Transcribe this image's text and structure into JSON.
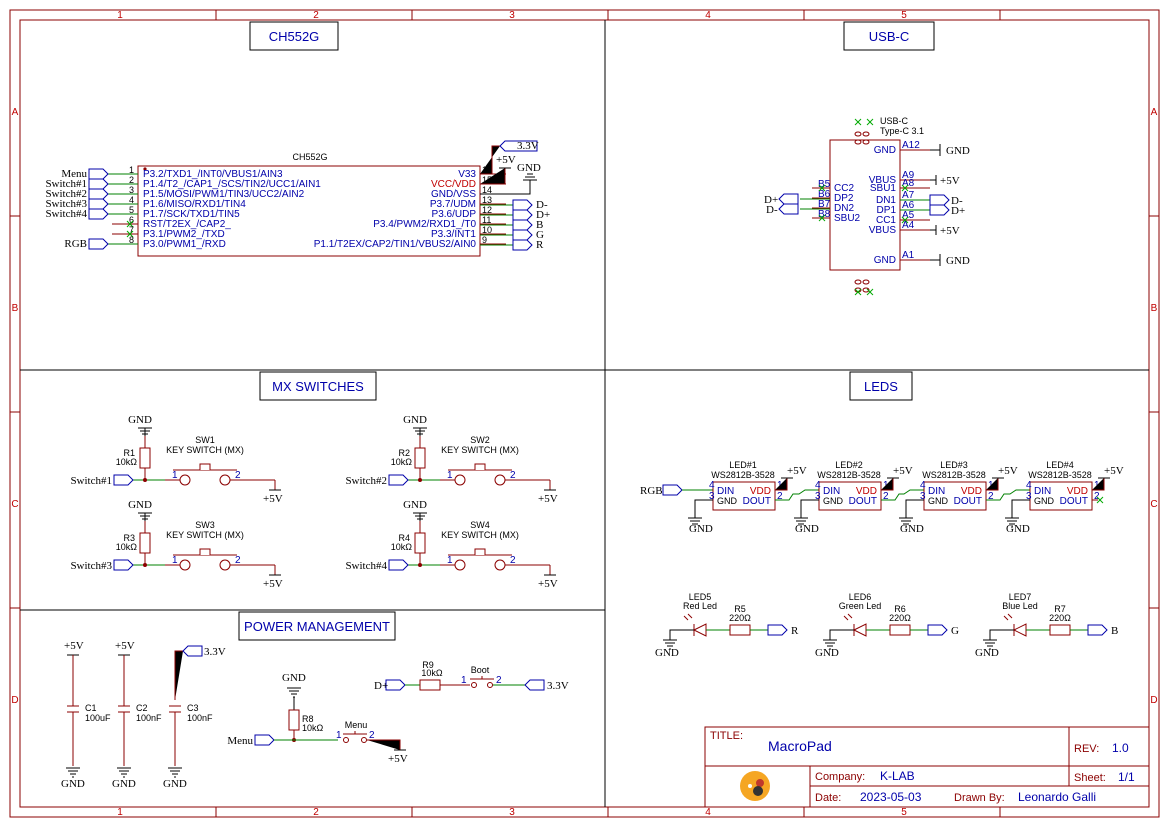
{
  "border": {
    "cols": [
      "1",
      "2",
      "3",
      "4",
      "5"
    ],
    "rows": [
      "A",
      "B",
      "C",
      "D"
    ]
  },
  "sections": {
    "ch552g": "CH552G",
    "usbc": "USB-C",
    "mx": "MX SWITCHES",
    "leds": "LEDS",
    "power": "POWER MANAGEMENT"
  },
  "mcu": {
    "name": "CH552G",
    "left_pins": [
      {
        "num": "1",
        "name": "P3.2/TXD1_/INT0/VBUS1/AIN3",
        "net": "Menu"
      },
      {
        "num": "2",
        "name": "P1.4/T2_/CAP1_/SCS/TIN2/UCC1/AIN1",
        "net": "Switch#1"
      },
      {
        "num": "3",
        "name": "P1.5/MOSI/PWM1/TIN3/UCC2/AIN2",
        "net": "Switch#2"
      },
      {
        "num": "4",
        "name": "P1.6/MISO/RXD1/TIN4",
        "net": "Switch#3"
      },
      {
        "num": "5",
        "name": "P1.7/SCK/TXD1/TIN5",
        "net": "Switch#4"
      },
      {
        "num": "6",
        "name": "RST/T2EX_/CAP2_",
        "net": ""
      },
      {
        "num": "7",
        "name": "P3.1/PWM2_/TXD",
        "net": ""
      },
      {
        "num": "8",
        "name": "P3.0/PWM1_/RXD",
        "net": "RGB"
      }
    ],
    "right_pins": [
      {
        "num": "16",
        "name": "V33"
      },
      {
        "num": "15",
        "name": "VCC/VDD"
      },
      {
        "num": "14",
        "name": "GND/VSS"
      },
      {
        "num": "13",
        "name": "P3.7/UDM",
        "net": "D-"
      },
      {
        "num": "12",
        "name": "P3.6/UDP",
        "net": "D+"
      },
      {
        "num": "11",
        "name": "P3.4/PWM2/RXD1_/T0",
        "net": "B"
      },
      {
        "num": "10",
        "name": "P3.3/INT1",
        "net": "G"
      },
      {
        "num": "9",
        "name": "P1.1/T2EX/CAP2/TIN1/VBUS2/AIN0",
        "net": "R"
      }
    ],
    "v33_net": "3.3V",
    "vdd_net": "+5V",
    "gnd_net": "GND"
  },
  "usbc": {
    "ref": "USB-C",
    "value": "Type-C 3.1",
    "pins": [
      {
        "num": "A12",
        "name": "GND",
        "net": "GND"
      },
      {
        "num": "A9",
        "name": "VBUS",
        "net": "+5V"
      },
      {
        "num": "A8",
        "name": "SBU1",
        "net": ""
      },
      {
        "num": "A7",
        "name": "DN1",
        "net": "D-"
      },
      {
        "num": "A6",
        "name": "DP1",
        "net": "D+"
      },
      {
        "num": "A5",
        "name": "CC1",
        "net": ""
      },
      {
        "num": "A4",
        "name": "VBUS",
        "net": "+5V"
      },
      {
        "num": "A1",
        "name": "GND",
        "net": "GND"
      }
    ],
    "left_pins": [
      {
        "num": "B5",
        "name": "CC2"
      },
      {
        "num": "B6",
        "name": "DP2"
      },
      {
        "num": "B7",
        "name": "DN2"
      },
      {
        "num": "B8",
        "name": "SBU2"
      }
    ],
    "left_nets": [
      "D+",
      "D-"
    ]
  },
  "switches": [
    {
      "r": "R1",
      "rval": "10kΩ",
      "sw": "SW1",
      "val": "KEY SWITCH (MX)",
      "net": "Switch#1"
    },
    {
      "r": "R2",
      "rval": "10kΩ",
      "sw": "SW2",
      "val": "KEY SWITCH (MX)",
      "net": "Switch#2"
    },
    {
      "r": "R3",
      "rval": "10kΩ",
      "sw": "SW3",
      "val": "KEY SWITCH (MX)",
      "net": "Switch#3"
    },
    {
      "r": "R4",
      "rval": "10kΩ",
      "sw": "SW4",
      "val": "KEY SWITCH (MX)",
      "net": "Switch#4"
    }
  ],
  "common": {
    "gnd": "GND",
    "p5v": "+5V",
    "p33": "3.3V",
    "pin1": "1",
    "pin2": "2",
    "pin3": "3",
    "pin4": "4"
  },
  "leds_ws": [
    {
      "ref": "LED#1",
      "part": "WS2812B-3528"
    },
    {
      "ref": "LED#2",
      "part": "WS2812B-3528"
    },
    {
      "ref": "LED#3",
      "part": "WS2812B-3528"
    },
    {
      "ref": "LED#4",
      "part": "WS2812B-3528"
    }
  ],
  "ws_pins": {
    "din": "DIN",
    "vdd": "VDD",
    "gnd": "GND",
    "dout": "DOUT"
  },
  "rgb_net": "RGB",
  "leds_basic": [
    {
      "ref": "LED5",
      "val": "Red Led",
      "r": "R5",
      "rval": "220Ω",
      "net": "R"
    },
    {
      "ref": "LED6",
      "val": "Green Led",
      "r": "R6",
      "rval": "220Ω",
      "net": "G"
    },
    {
      "ref": "LED7",
      "val": "Blue Led",
      "r": "R7",
      "rval": "220Ω",
      "net": "B"
    }
  ],
  "caps": [
    {
      "ref": "C1",
      "val": "100uF",
      "net": "+5V"
    },
    {
      "ref": "C2",
      "val": "100nF",
      "net": "+5V"
    },
    {
      "ref": "C3",
      "val": "100nF",
      "net": "3.3V"
    }
  ],
  "menu": {
    "r": "R8",
    "rval": "10kΩ",
    "sw": "Menu",
    "net": "Menu"
  },
  "boot": {
    "r": "R9",
    "rval": "10kΩ",
    "sw": "Boot",
    "net_in": "D+",
    "net_out": "3.3V"
  },
  "title_block": {
    "title_label": "TITLE:",
    "title": "MacroPad",
    "rev_label": "REV:",
    "rev": "1.0",
    "company_label": "Company:",
    "company": "K-LAB",
    "sheet_label": "Sheet:",
    "sheet": "1/1",
    "date_label": "Date:",
    "date": "2023-05-03",
    "drawn_label": "Drawn By:",
    "drawn": "Leonardo Galli"
  }
}
